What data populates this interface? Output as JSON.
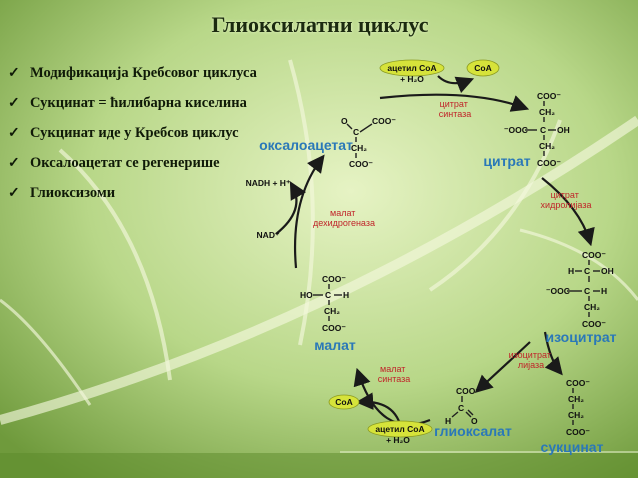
{
  "title": "Глиоксилатни циклус",
  "bullets": [
    "Модификација Кребсовог циклуса",
    "Сукцинат = ћилибарна киселина",
    "Сукцинат иде у Кребсов циклус",
    "Оксалоацетат се регенерише",
    "Глиоксизоми"
  ],
  "metabolites": {
    "oxaloacetate": "оксалоацетат",
    "citrate": "цитрат",
    "isocitrate": "изоцитрат",
    "succinate": "сукцинат",
    "glyoxylate": "глиоксалат",
    "malate": "малат"
  },
  "enzymes": {
    "citrate_synthase": [
      "цитрат",
      "синтаза"
    ],
    "citrate_hydrolase": [
      "цитрат",
      "хидролијаза"
    ],
    "isocitrate_lyase": [
      "изоцитрат",
      "лијаза"
    ],
    "malate_synthase": [
      "малат",
      "синтаза"
    ],
    "malate_dehydrogenase": [
      "малат",
      "дехидрогеназа"
    ]
  },
  "cofactors": {
    "acetyl_coa_top": "ацетил CoA",
    "coa_top": "CoA",
    "water_top": "+ H₂O",
    "acetyl_coa_bottom": "ацетил CoA",
    "coa_bottom": "CoA",
    "water_bottom": "+ H₂O",
    "nadh": "NADH  +  H⁺",
    "nad": "NAD⁺"
  },
  "chem": {
    "coo": "COO⁻",
    "ooc": "⁻OOC",
    "ch2": "CH₂",
    "c": "C",
    "o": "O",
    "oh": "OH",
    "ho": "HO",
    "h": "H"
  },
  "colors": {
    "metabolite_label": "#2a78b8",
    "enzyme_label": "#c0252a",
    "cofactor_pill": "#d6e33a",
    "background": "#a8c96a"
  },
  "icons": {
    "bullet": "checkmark-icon"
  }
}
